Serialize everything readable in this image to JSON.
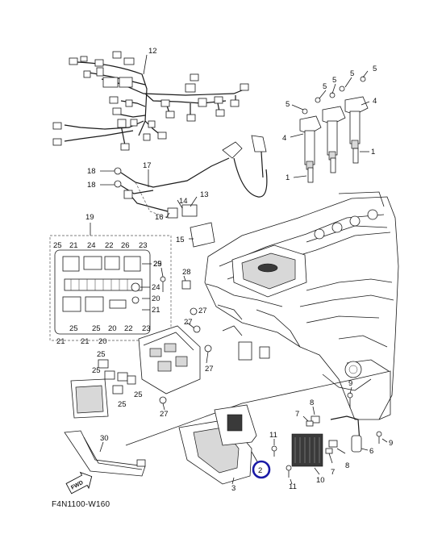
{
  "diagram_code": "F4N1100-W160",
  "highlight_color": "#1a1aa6",
  "highlighted_part": "2",
  "fwd_label": "FWD",
  "callouts": {
    "c12": "12",
    "c5a": "5",
    "c5b": "5",
    "c5c": "5",
    "c5d": "5",
    "c5e": "5",
    "c4a": "4",
    "c4b": "4",
    "c1a": "1",
    "c1b": "1",
    "c18a": "18",
    "c18b": "18",
    "c17": "17",
    "c13": "13",
    "c14": "14",
    "c16": "16",
    "c15": "15",
    "c19": "19",
    "c25a": "25",
    "c21a": "21",
    "c24a": "24",
    "c22a": "22",
    "c26": "26",
    "c23a": "23",
    "c25b": "25",
    "c24b": "24",
    "c20a": "20",
    "c21b": "21",
    "c25c": "25",
    "c25d": "25",
    "c20b": "20",
    "c22b": "22",
    "c23b": "23",
    "c21c": "21",
    "c21d": "21",
    "c20c": "20",
    "c29": "29",
    "c28": "28",
    "c27a": "27",
    "c27b": "27",
    "c27c": "27",
    "c25e": "25",
    "c25f": "25",
    "c25g": "25",
    "c27d": "27",
    "c9a": "9",
    "c8a": "8",
    "c7a": "7",
    "c6": "6",
    "c9b": "9",
    "c8b": "8",
    "c7b": "7",
    "c11a": "11",
    "c10": "10",
    "c11b": "11",
    "c3": "3",
    "c2": "2",
    "c30": "30"
  }
}
